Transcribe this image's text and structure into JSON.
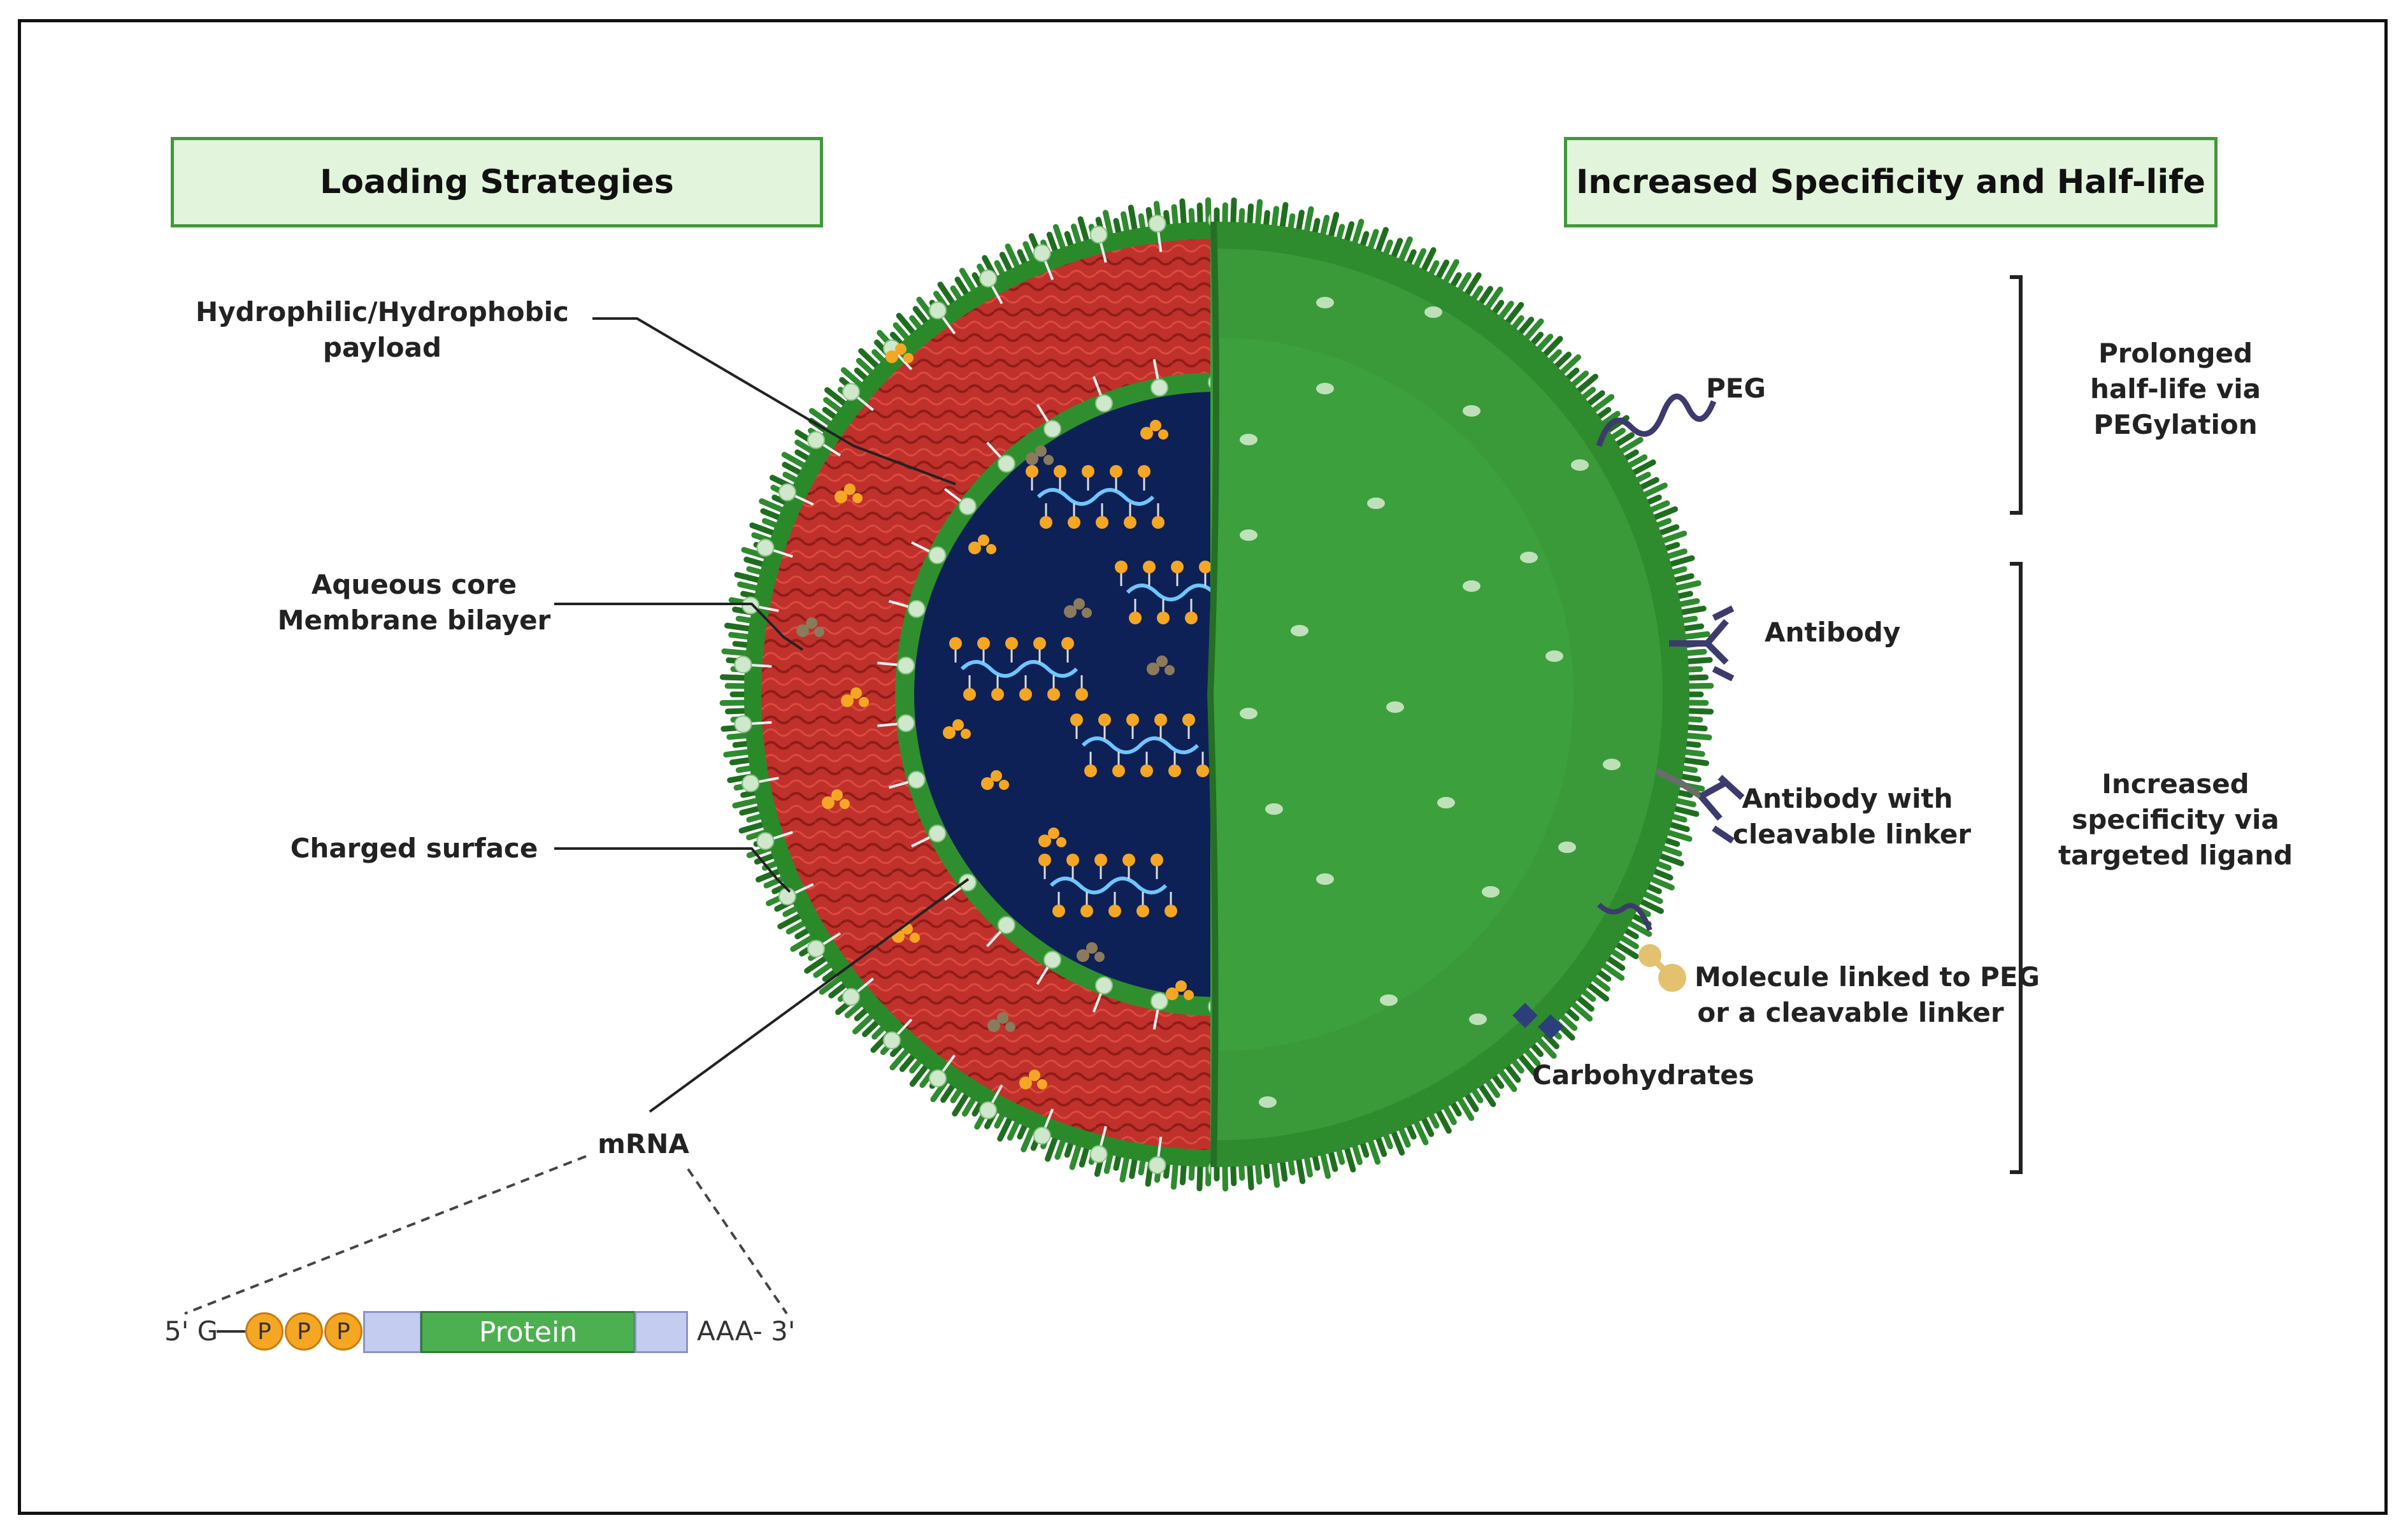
{
  "headers": {
    "left": "Loading Strategies",
    "right": "Increased Specificity and Half-life"
  },
  "left_labels": {
    "payload_line1": "Hydrophilic/Hydrophobic",
    "payload_line2": "payload",
    "core_line1": "Aqueous core",
    "core_line2": "Membrane bilayer",
    "surface": "Charged surface",
    "mrna": "mRNA"
  },
  "right_labels": {
    "peg": "PEG",
    "antibody": "Antibody",
    "antibody_linker_line1": "Antibody with",
    "antibody_linker_line2": "cleavable linker",
    "molecule_line1": "Molecule linked to PEG",
    "molecule_line2": "or a cleavable linker",
    "carbohydrates": "Carbohydrates"
  },
  "brackets": {
    "halflife_line1": "Prolonged",
    "halflife_line2": "half-life via",
    "halflife_line3": "PEGylation",
    "specificity_line1": "Increased",
    "specificity_line2": "specificity via",
    "specificity_line3": "targeted ligand"
  },
  "mrna_construct": {
    "five_prime": "5' G",
    "phosphates": [
      "P",
      "P",
      "P"
    ],
    "protein": "Protein",
    "three_prime": "AAA- 3'"
  },
  "colors": {
    "outer_green": "#2e8b2e",
    "dark_green": "#1f6e1f",
    "bilayer_red": "#c0312b",
    "core_navy": "#0d2157",
    "header_fill": "#e3f4dc",
    "header_border": "#3f9a3a",
    "payload_orange": "#f5a623",
    "peg_purple": "#3d3a6e"
  }
}
